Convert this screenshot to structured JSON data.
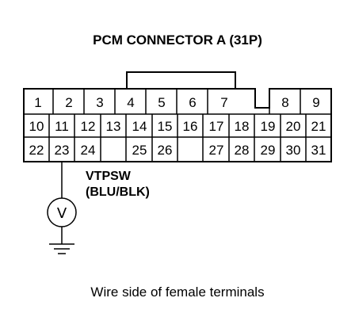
{
  "title": "PCM CONNECTOR A (31P)",
  "row1_pins": [
    "1",
    "2",
    "3",
    "4",
    "5",
    "6",
    "7",
    "8",
    "9"
  ],
  "row2_pins": [
    "10",
    "11",
    "12",
    "13",
    "14",
    "15",
    "16",
    "17",
    "18",
    "19",
    "20",
    "21"
  ],
  "row3_pins": [
    "22",
    "23",
    "24",
    "25",
    "26",
    "27",
    "28",
    "29",
    "30",
    "31"
  ],
  "sensor_label": "VTPSW",
  "wire_color": "(BLU/BLK)",
  "meter_symbol": "V",
  "caption": "Wire side of female terminals"
}
